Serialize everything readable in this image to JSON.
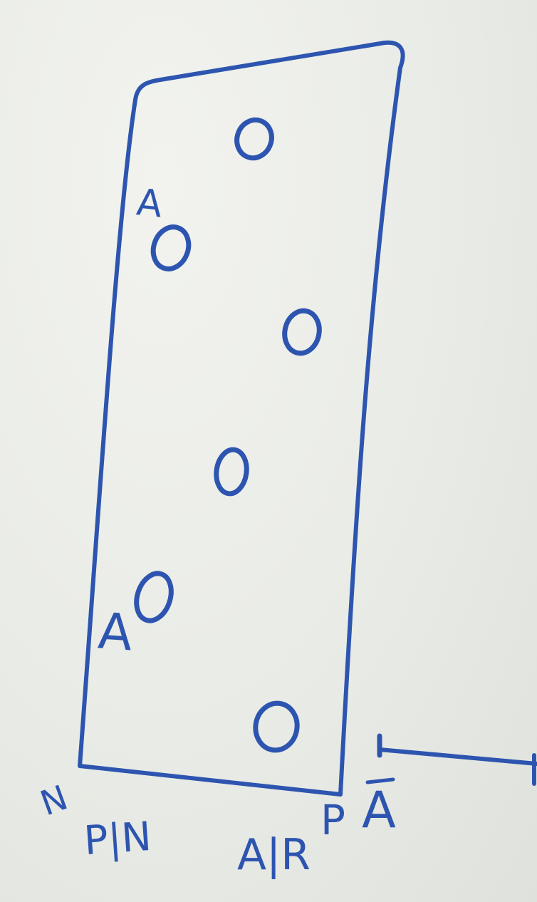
{
  "ink_color": "#2d55b0",
  "board_color": "#eceeea",
  "labels": {
    "a_top": "A",
    "a_mid": "A",
    "n_corner": "N",
    "p_corner": "P",
    "pn": "P|N",
    "ar": "A|R",
    "a_right": "A"
  },
  "circle_count": 6
}
